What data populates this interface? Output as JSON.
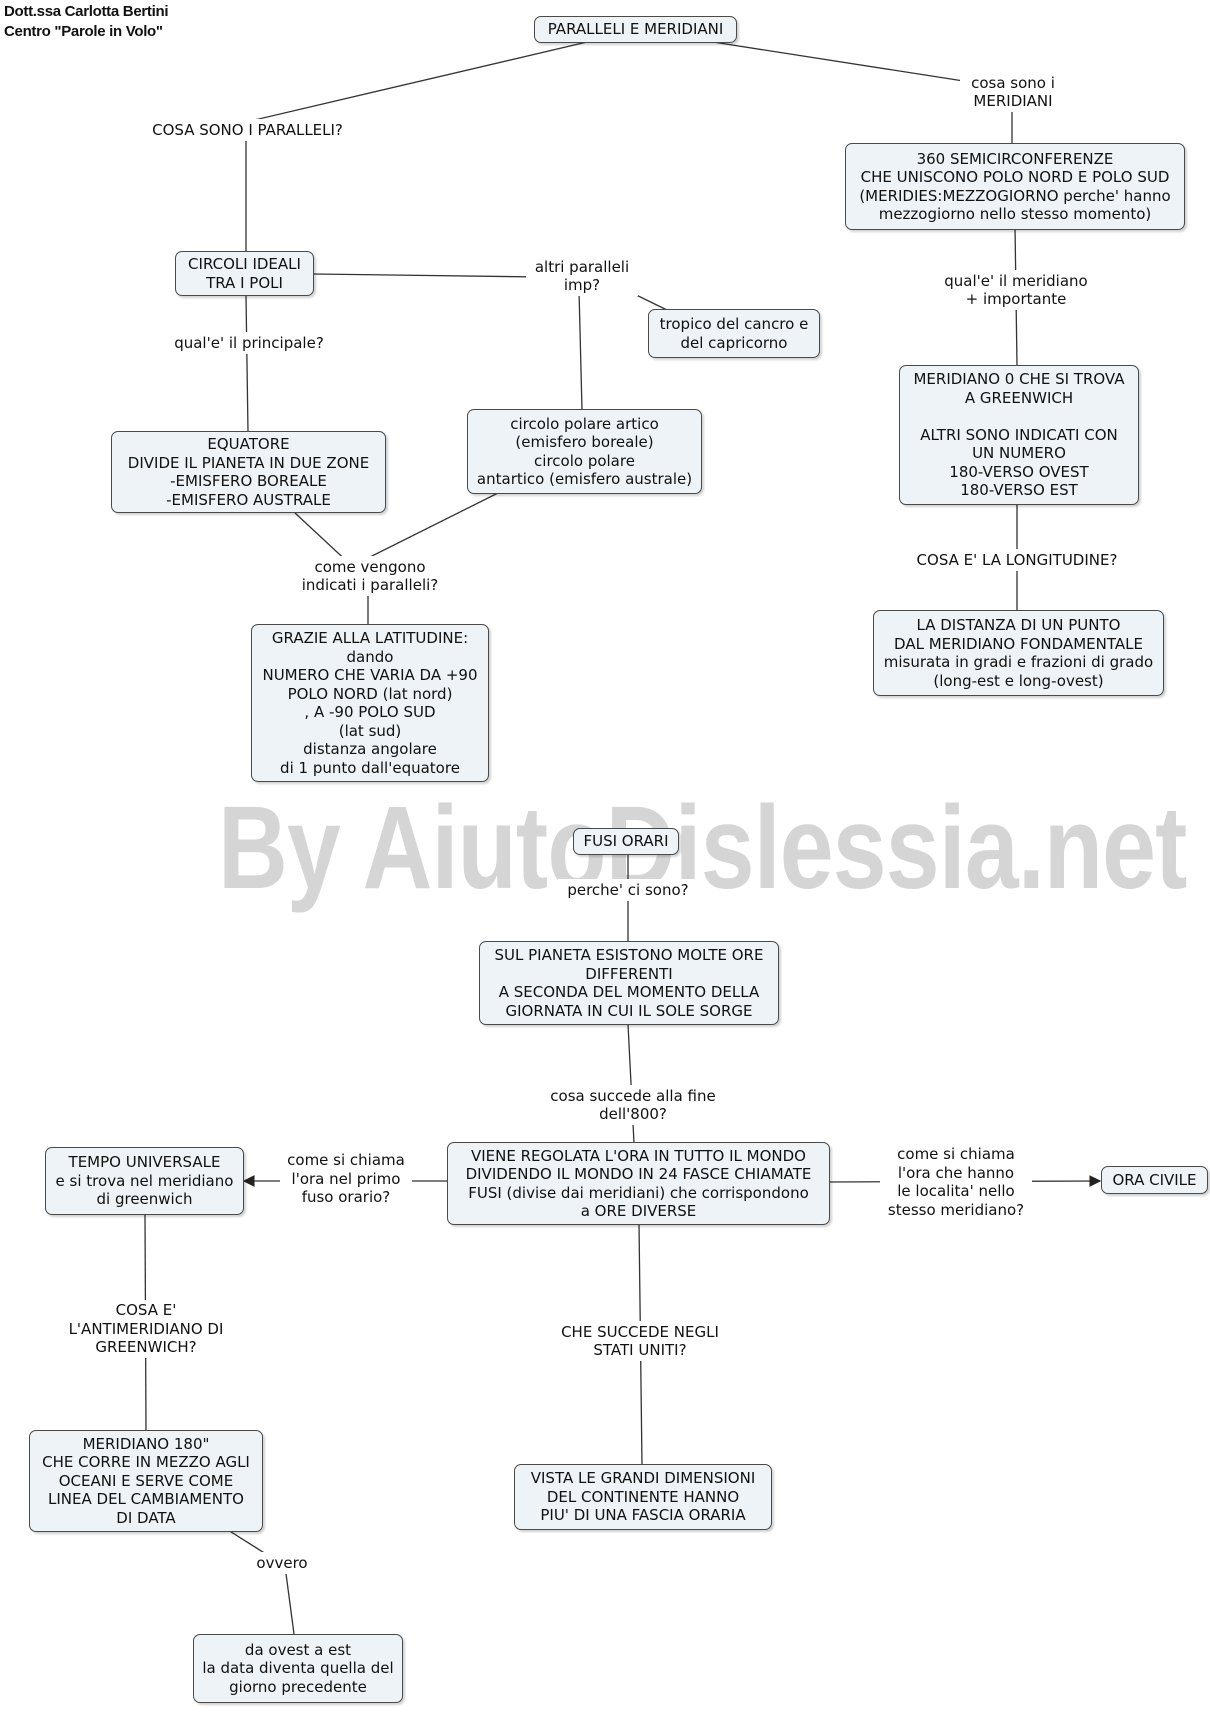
{
  "author": {
    "line1": "Dott.ssa Carlotta Bertini",
    "line2": "Centro \"Parole in Volo\""
  },
  "watermark": "By AiutoDislessia.net",
  "colors": {
    "node_fill": "#edf3f6",
    "node_border": "#4a4a4a",
    "line": "#333333",
    "watermark": "#d5d5d5"
  },
  "nodes": {
    "paralleli_meridiani": "PARALLELI E MERIDIANI",
    "circoli_ideali": "CIRCOLI IDEALI\nTRA I POLI",
    "tropico": "tropico del cancro e\ndel capricorno",
    "equatore": "EQUATORE\nDIVIDE IL PIANETA IN DUE ZONE\n-EMISFERO BOREALE\n-EMISFERO AUSTRALE",
    "circolo_polare": "circolo polare artico\n(emisfero boreale)\ncircolo polare\nantartico (emisfero australe)",
    "latitudine": "GRAZIE ALLA LATITUDINE:\ndando\nNUMERO CHE VARIA DA +90\nPOLO NORD (lat nord)\n, A -90 POLO SUD\n(lat sud)\ndistanza angolare\ndi 1 punto dall'equatore",
    "semicirconferenze": "360 SEMICIRCONFERENZE\nCHE UNISCONO POLO NORD E POLO SUD\n(MERIDIES:MEZZOGIORNO perche' hanno\nmezzogiorno nello stesso momento)",
    "meridiano_zero": "MERIDIANO 0 CHE SI TROVA\nA GREENWICH\n\nALTRI SONO INDICATI CON\nUN NUMERO\n180-VERSO OVEST\n180-VERSO EST",
    "distanza": "LA DISTANZA DI UN PUNTO\nDAL MERIDIANO FONDAMENTALE\nmisurata in gradi e frazioni di grado\n(long-est e long-ovest)",
    "fusi_orari": "FUSI ORARI",
    "molte_ore": "SUL PIANETA ESISTONO MOLTE ORE\nDIFFERENTI\nA SECONDA  DEL MOMENTO DELLA\nGIORNATA IN CUI IL SOLE SORGE",
    "regolata": "VIENE REGOLATA L'ORA IN TUTTO IL MONDO\nDIVIDENDO IL MONDO IN 24 FASCE CHIAMATE\nFUSI (divise dai meridiani) che corrispondono\na ORE DIVERSE",
    "tempo_universale": "TEMPO UNIVERSALE\ne si trova nel meridiano\ndi greenwich",
    "ora_civile": "ORA CIVILE",
    "meridiano_180": "MERIDIANO 180\"\nCHE CORRE IN MEZZO AGLI\nOCEANI E SERVE COME\nLINEA DEL CAMBIAMENTO\nDI DATA",
    "grandi_dimensioni": "VISTA LE GRANDI DIMENSIONI\nDEL CONTINENTE HANNO\nPIU' DI UNA FASCIA ORARIA",
    "ovest_est": "da ovest a est\nla data diventa quella del\ngiorno precedente"
  },
  "labels": {
    "cosa_sono_paralleli": "COSA SONO I PARALLELI?",
    "cosa_sono_meridiani": "cosa sono i\nMERIDIANI",
    "altri_paralleli": "altri paralleli\nimp?",
    "principale": "qual'e' il principale?",
    "meridiano_importante": "qual'e' il meridiano\n+ importante",
    "come_indicati": "come vengono\nindicati i paralleli?",
    "longitudine": "COSA E' LA LONGITUDINE?",
    "perche_ci_sono": "perche' ci sono?",
    "fine_800": "cosa succede alla fine\ndell'800?",
    "primo_fuso": "come si chiama\nl'ora nel primo\nfuso orario?",
    "stesso_meridiano": "come si chiama\nl'ora che hanno\nle localita' nello\nstesso meridiano?",
    "antimeridiano": "COSA E'\nL'ANTIMERIDIANO DI\nGREENWICH?",
    "stati_uniti": "CHE SUCCEDE NEGLI\nSTATI UNITI?",
    "ovvero": "ovvero"
  }
}
